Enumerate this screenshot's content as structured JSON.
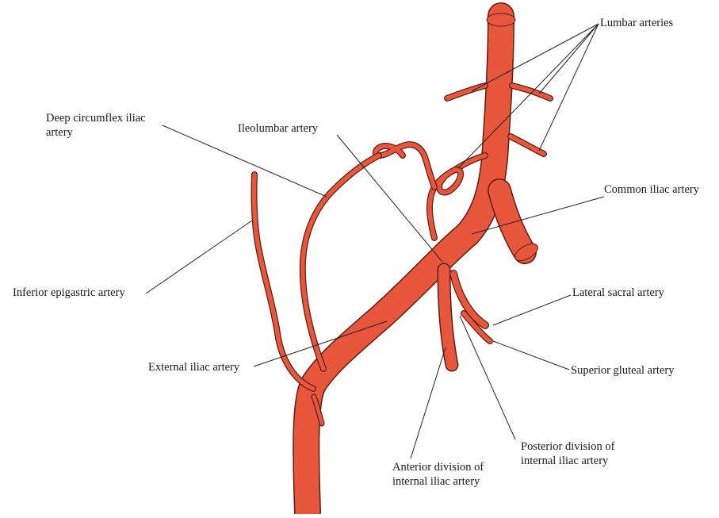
{
  "labels": {
    "lumbar": "Lumbar arteries",
    "deep_circumflex": "Deep circumflex iliac\nartery",
    "iliolumbar": "Ileolumbar artery",
    "common_iliac": "Common iliac artery",
    "inferior_epigastric": "Inferior epigastric artery",
    "lateral_sacral": "Lateral sacral artery",
    "external_iliac": "External iliac artery",
    "superior_gluteal": "Superior gluteal artery",
    "posterior_division": "Posterior division of\ninternal iliac artery",
    "anterior_division": "Anterior division of\ninternal iliac artery"
  },
  "colors": {
    "artery_fill": "#e8563c",
    "artery_outline": "#5a1e14",
    "leader_line": "#222222",
    "text": "#1a1a1a"
  }
}
